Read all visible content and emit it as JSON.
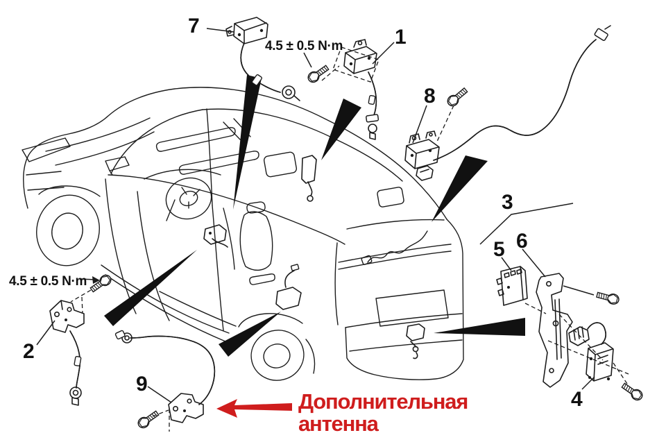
{
  "diagram": {
    "background_color": "#ffffff",
    "line_color": "#1c1c1c",
    "accent_color": "#cf1d1d",
    "callouts": [
      {
        "label": "1"
      },
      {
        "label": "2"
      },
      {
        "label": "3"
      },
      {
        "label": "4"
      },
      {
        "label": "5"
      },
      {
        "label": "6"
      },
      {
        "label": "7"
      },
      {
        "label": "8"
      },
      {
        "label": "9"
      }
    ],
    "torque_top": "4.5 ± 0.5 N·m",
    "torque_left": "4.5 ± 0.5 N·m",
    "annotation": {
      "line1": "Дополнительная",
      "line2": "антенна"
    }
  }
}
